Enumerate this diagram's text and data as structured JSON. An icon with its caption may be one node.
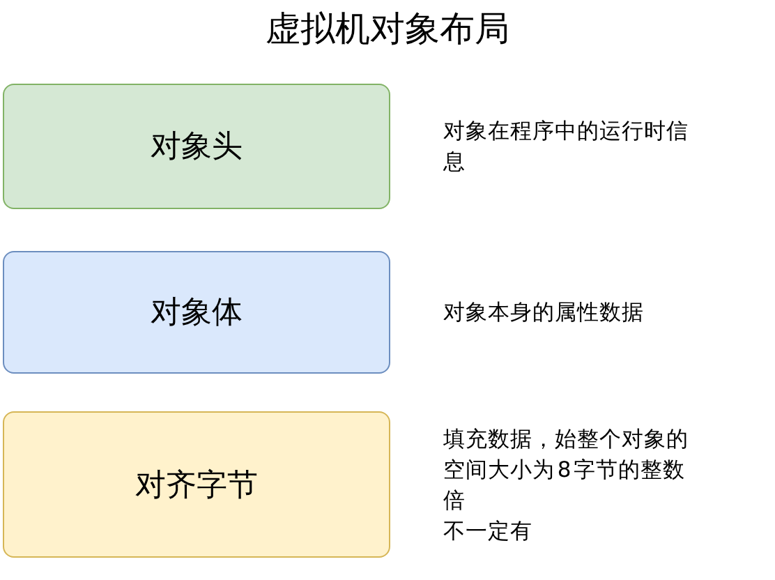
{
  "diagram": {
    "title": "虚拟机对象布局",
    "nodes": [
      {
        "text": [
          "对象头"
        ],
        "beside": [
          "对象在程序中的运行时信息"
        ]
      },
      {
        "text": [
          "对象体"
        ],
        "beside": [
          "对象本身的属性数据"
        ]
      },
      {
        "text": [
          "对齐字节"
        ],
        "beside": [
          "填充数据，始整个对象的空间大小为 8 字节的整数倍",
          "不一定有"
        ]
      }
    ]
  }
}
